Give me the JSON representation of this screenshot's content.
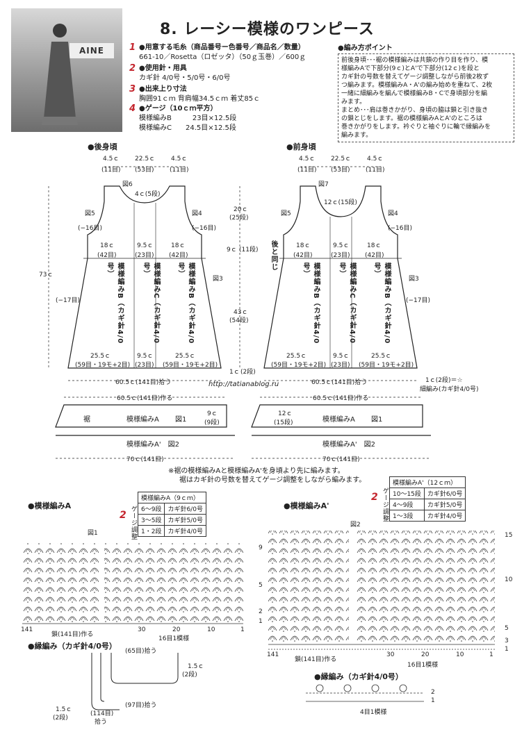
{
  "title": "8. レーシー模様のワンピース",
  "photo": {
    "sign": "AINE"
  },
  "specs": [
    {
      "num": "1",
      "heading": "●用意する毛糸（商品番号ー色番号／商品名／数量）",
      "lines": [
        "661-10／Rosetta（ロゼッタ）（50ｇ玉巻）／600ｇ"
      ]
    },
    {
      "num": "2",
      "heading": "●使用針・用具",
      "lines": [
        "カギ針 4/0号・5/0号・6/0号"
      ]
    },
    {
      "num": "3",
      "heading": "●出来上り寸法",
      "lines": [
        "胸囲91ｃｍ 背肩幅34.5ｃｍ 着丈85ｃ"
      ]
    },
    {
      "num": "4",
      "heading": "●ゲージ（10ｃｍ平方）",
      "lines": [
        "模様編みB　　　23目×12.5段",
        "模様編みC　　24.5目×12.5段"
      ]
    }
  ],
  "point": {
    "heading": "●編み方ポイント",
    "lines": [
      "前後身頃･･･裾の模様編みは共鎖の作り目を作り、模",
      "様編みAで下部分(9ｃ)とA'で下部分(12ｃ)を段と",
      "カギ針の号数を替えてゲージ調整しながら前後2枚ず",
      "つ編みます。模様編みA・A'の編み始めを重ねて、2枚",
      "一緒に細編みを編んで模様編みB・Cで身頃部分を編",
      "みます。",
      "まとめ･･･肩は巻きかがり、身頃の脇は鎖と引き抜き",
      "の鎖とじをします。裾の模様編みAとA'のところは",
      "巻きかがりをします。衿ぐりと袖ぐりに輪で縁編みを",
      "編みます。"
    ]
  },
  "back": {
    "heading": "●後身頃",
    "top_widths": [
      "4.5ｃ",
      "22.5ｃ",
      "4.5ｃ"
    ],
    "top_stitches": [
      "(11目)",
      "(53目)",
      "(11目)"
    ],
    "fig6": "図6",
    "neck": "4ｃ(5段)",
    "fig5": "図5",
    "fig4": "図4",
    "fig3": "図3",
    "arm_dec_left": "(−16目)",
    "arm_dec_right": "(−16目)",
    "side_dec": "(−17目)",
    "length": "73ｃ",
    "cols_top": [
      "18ｃ",
      "9.5ｃ",
      "18ｃ"
    ],
    "cols_top_st": [
      "(42目)",
      "(23目)",
      "(42目)"
    ],
    "panels": [
      "模様編みB（カギ針4/0号）",
      "模様編みC（カギ針4/0号）",
      "模様編みB（カギ針4/0号）"
    ],
    "cols_bot": [
      "25.5ｃ",
      "9.5ｃ",
      "25.5ｃ"
    ],
    "cols_bot_st": [
      "(59目・19モ+2目)",
      "(23目)",
      "(59目・19モ+2目)"
    ],
    "pickup": "60.5ｃ(141目)拾う",
    "make": "60.5ｃ(141目)作る",
    "hem_label": "裾",
    "hem_pattern": "模様編みA",
    "fig1": "図1",
    "hem_h": "9ｃ",
    "hem_rows": "(9段)",
    "hem2": "模様編みA'　図2",
    "hem_w": "70ｃ(141目)"
  },
  "middle": {
    "r1": "20ｃ",
    "r1s": "(25段)",
    "r2": "9ｃ",
    "r2s": "(11段)",
    "r3": "43ｃ",
    "r3s": "(54段)",
    "r4": "1ｃ",
    "r4s": "(2段)"
  },
  "front": {
    "heading": "●前身頃",
    "top_widths": [
      "4.5ｃ",
      "22.5ｃ",
      "4.5ｃ"
    ],
    "top_stitches": [
      "(11目)",
      "(53目)",
      "(11目)"
    ],
    "fig7": "図7",
    "neck": "12ｃ(15段)",
    "fig5": "図5",
    "fig4": "図4",
    "fig3": "図3",
    "arm_dec_right": "(−16目)",
    "side_dec": "(−17目)",
    "same_as_back": "後と同じ",
    "cols_top": [
      "18ｃ",
      "9.5ｃ",
      "18ｃ"
    ],
    "cols_top_st": [
      "(42目)",
      "(23目)",
      "(42目)"
    ],
    "panels": [
      "模様編みB（カギ針4/0号）",
      "模様編みC（カギ針4/0号）",
      "模様編みB（カギ針4/0号）"
    ],
    "cols_bot": [
      "25.5ｃ",
      "9.5ｃ",
      "25.5ｃ"
    ],
    "cols_bot_st": [
      "(59目・19モ+2目)",
      "(23目)",
      "(59目・19モ+2目)"
    ],
    "pickup": "60.5ｃ(141目)拾う",
    "make": "60.5ｃ(141目)作る",
    "hem_pattern": "模様編みA",
    "fig1": "図1",
    "hem_h": "12ｃ",
    "hem_rows": "(15段)",
    "hem2": "模様編みA'　図2",
    "hem_w": "70ｃ(141目)",
    "legend1": "1ｃ(2段)＝☆",
    "legend2": "細編み(カギ針4/0号)"
  },
  "note": [
    "※裾の模様編みAと模様編みA'を身頃より先に編みます。",
    "裾はカギ針の号数を替えてゲージ調整をしながら編みます。"
  ],
  "url": "http://tatianablog.ru",
  "pattern_a": {
    "heading": "●模様編みA",
    "table_title": "模様編みA（9ｃｍ）",
    "rows": [
      [
        "6〜9段",
        "カギ針6/0号"
      ],
      [
        "3〜5段",
        "カギ針5/0号"
      ],
      [
        "1・2段",
        "カギ針4/0号"
      ]
    ],
    "side_label": "ゲージ調整",
    "fig": "図1",
    "rows_marks": [
      "9",
      "5",
      "2",
      "1"
    ],
    "bottom_nums": [
      "141",
      "30",
      "20",
      "10",
      "1"
    ],
    "chain_label": "鎖(141目)作る",
    "repeat_label": "16目1模様"
  },
  "pattern_a2": {
    "heading": "●模様編みA'",
    "table_title": "模様編みA'（12ｃｍ）",
    "rows": [
      [
        "10〜15段",
        "カギ針6/0号"
      ],
      [
        "4〜9段",
        "カギ針5/0号"
      ],
      [
        "1〜3段",
        "カギ針4/0号"
      ]
    ],
    "side_label": "ゲージ調整",
    "fig": "図2",
    "rows_marks": [
      "15",
      "10",
      "5",
      "3",
      "1"
    ],
    "bottom_nums": [
      "141",
      "30",
      "20",
      "10",
      "1"
    ],
    "chain_label": "鎖(141目)作る",
    "repeat_label": "16目1模様"
  },
  "edging": {
    "heading": "●縁編み（カギ針4/0号）",
    "pick65": "(65目)拾う",
    "side": "1.5ｃ",
    "side_rows": "(2段)",
    "pick97": "(97目)拾う",
    "side2": "1.5ｃ",
    "side2_rows": "(2段)",
    "pick114": "(114目)",
    "pick114b": "拾う"
  },
  "edging2": {
    "heading": "●縁編み（カギ針4/0号）",
    "marks": [
      "2",
      "1"
    ],
    "repeat": "4目1模様"
  }
}
